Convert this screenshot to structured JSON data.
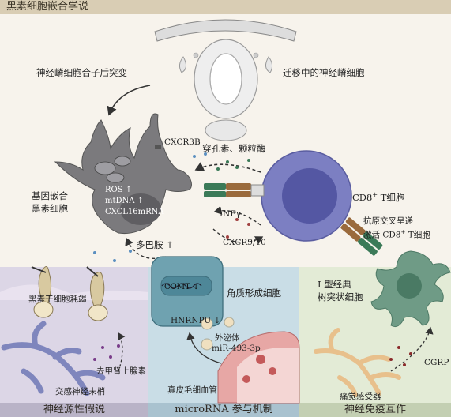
{
  "header": {
    "title": "黑素细胞嵌合学说"
  },
  "top": {
    "after_zygote_mutation": "神经嵴细胞合子后突变",
    "migrating_cells": "迁移中的神经嵴细胞"
  },
  "melanocyte": {
    "cxcr3b": "CXCR3B",
    "ros": "ROS ↑",
    "mtdna": "mtDNA ↑",
    "cxcl16": "CXCL16mRNA",
    "name_line1": "基因嵌合",
    "name_line2": "黑素细胞"
  },
  "tcell": {
    "perforin": "穿孔素、颗粒酶",
    "name": "CD8",
    "name_sup": "+",
    "name_suffix": " T细胞",
    "ifn": "INFγ",
    "cxcr": "CXCR9/10",
    "dopamine": "多巴胺 ↑"
  },
  "dendritic": {
    "present_line1": "抗原交叉呈递",
    "present_line2_a": "激活 CD8",
    "present_line2_sup": "+",
    "present_line2_b": " T细胞",
    "type_line1": "Ⅰ 型经典",
    "type_line2": "树突状细胞"
  },
  "panel_left": {
    "stem_cell": "黑素干细胞耗竭",
    "norepinephrine": "去甲肾上腺素",
    "nerve_ending": "交感神经末梢",
    "caption": "神经源性假说"
  },
  "panel_mid": {
    "comt": "COMT ↓",
    "hnrnpu": "HNRNPU ↓",
    "keratinocyte": "角质形成细胞",
    "exosome": "外泌体",
    "mirna": "miR-493-3p",
    "capillary": "真皮毛细血管",
    "caption": "microRNA 参与机制"
  },
  "panel_right": {
    "cgrp": "CGRP",
    "receptor": "痛觉感受器",
    "caption": "神经免疫互作"
  },
  "colors": {
    "melanocyte": "#7b7a7d",
    "tcell": "#7c7fc2",
    "dendritic": "#6f9b86",
    "panel_left_bg": "#dcd6e6",
    "panel_mid_bg": "#c9dde6",
    "panel_right_bg": "#e3ebd6",
    "caption_bg": "#b7b1c7"
  }
}
